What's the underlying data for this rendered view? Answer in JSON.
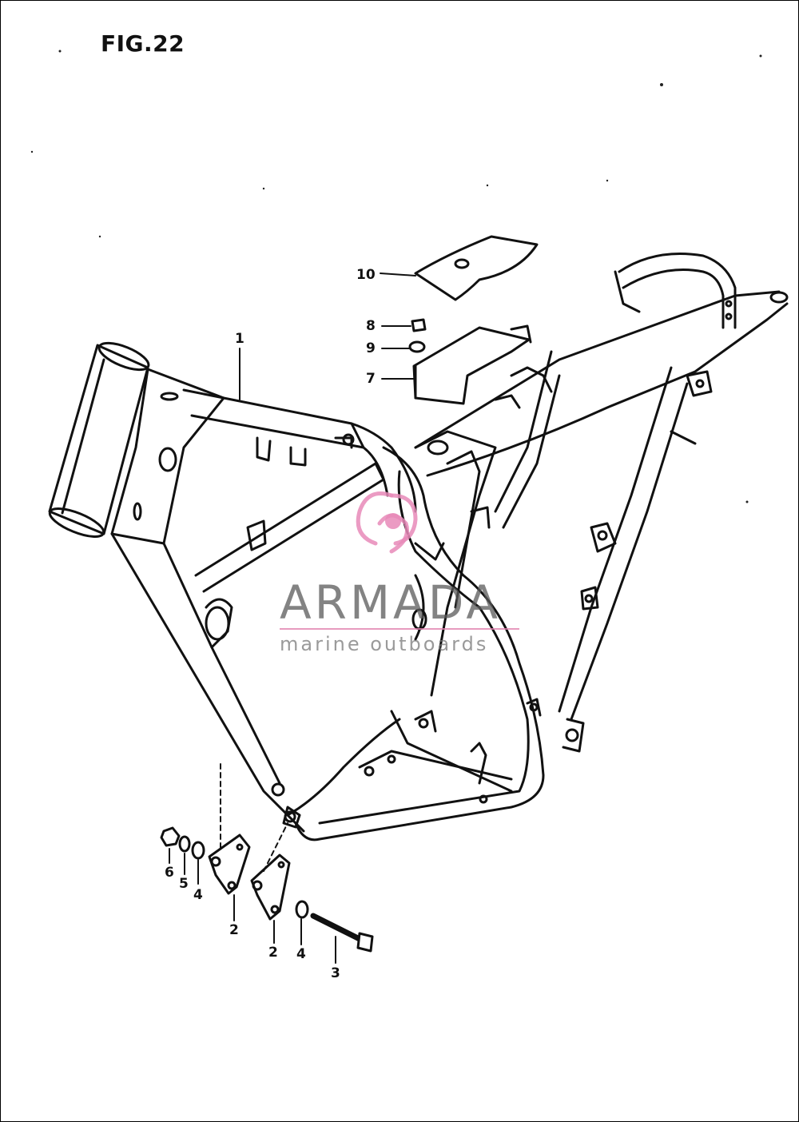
{
  "figure": {
    "title": "FIG.22"
  },
  "callouts": {
    "c1": "1",
    "c2a": "2",
    "c2b": "2",
    "c3": "3",
    "c4a": "4",
    "c4b": "4",
    "c5": "5",
    "c6": "6",
    "c7": "7",
    "c8": "8",
    "c9": "9",
    "c10": "10"
  },
  "watermark": {
    "brand": "ARMADA",
    "tagline": "marine outboards",
    "accent_color": "#e88ab8",
    "text_color": "#5a5a5a"
  },
  "icons": {
    "logo": "armada-swirl-logo-icon"
  }
}
